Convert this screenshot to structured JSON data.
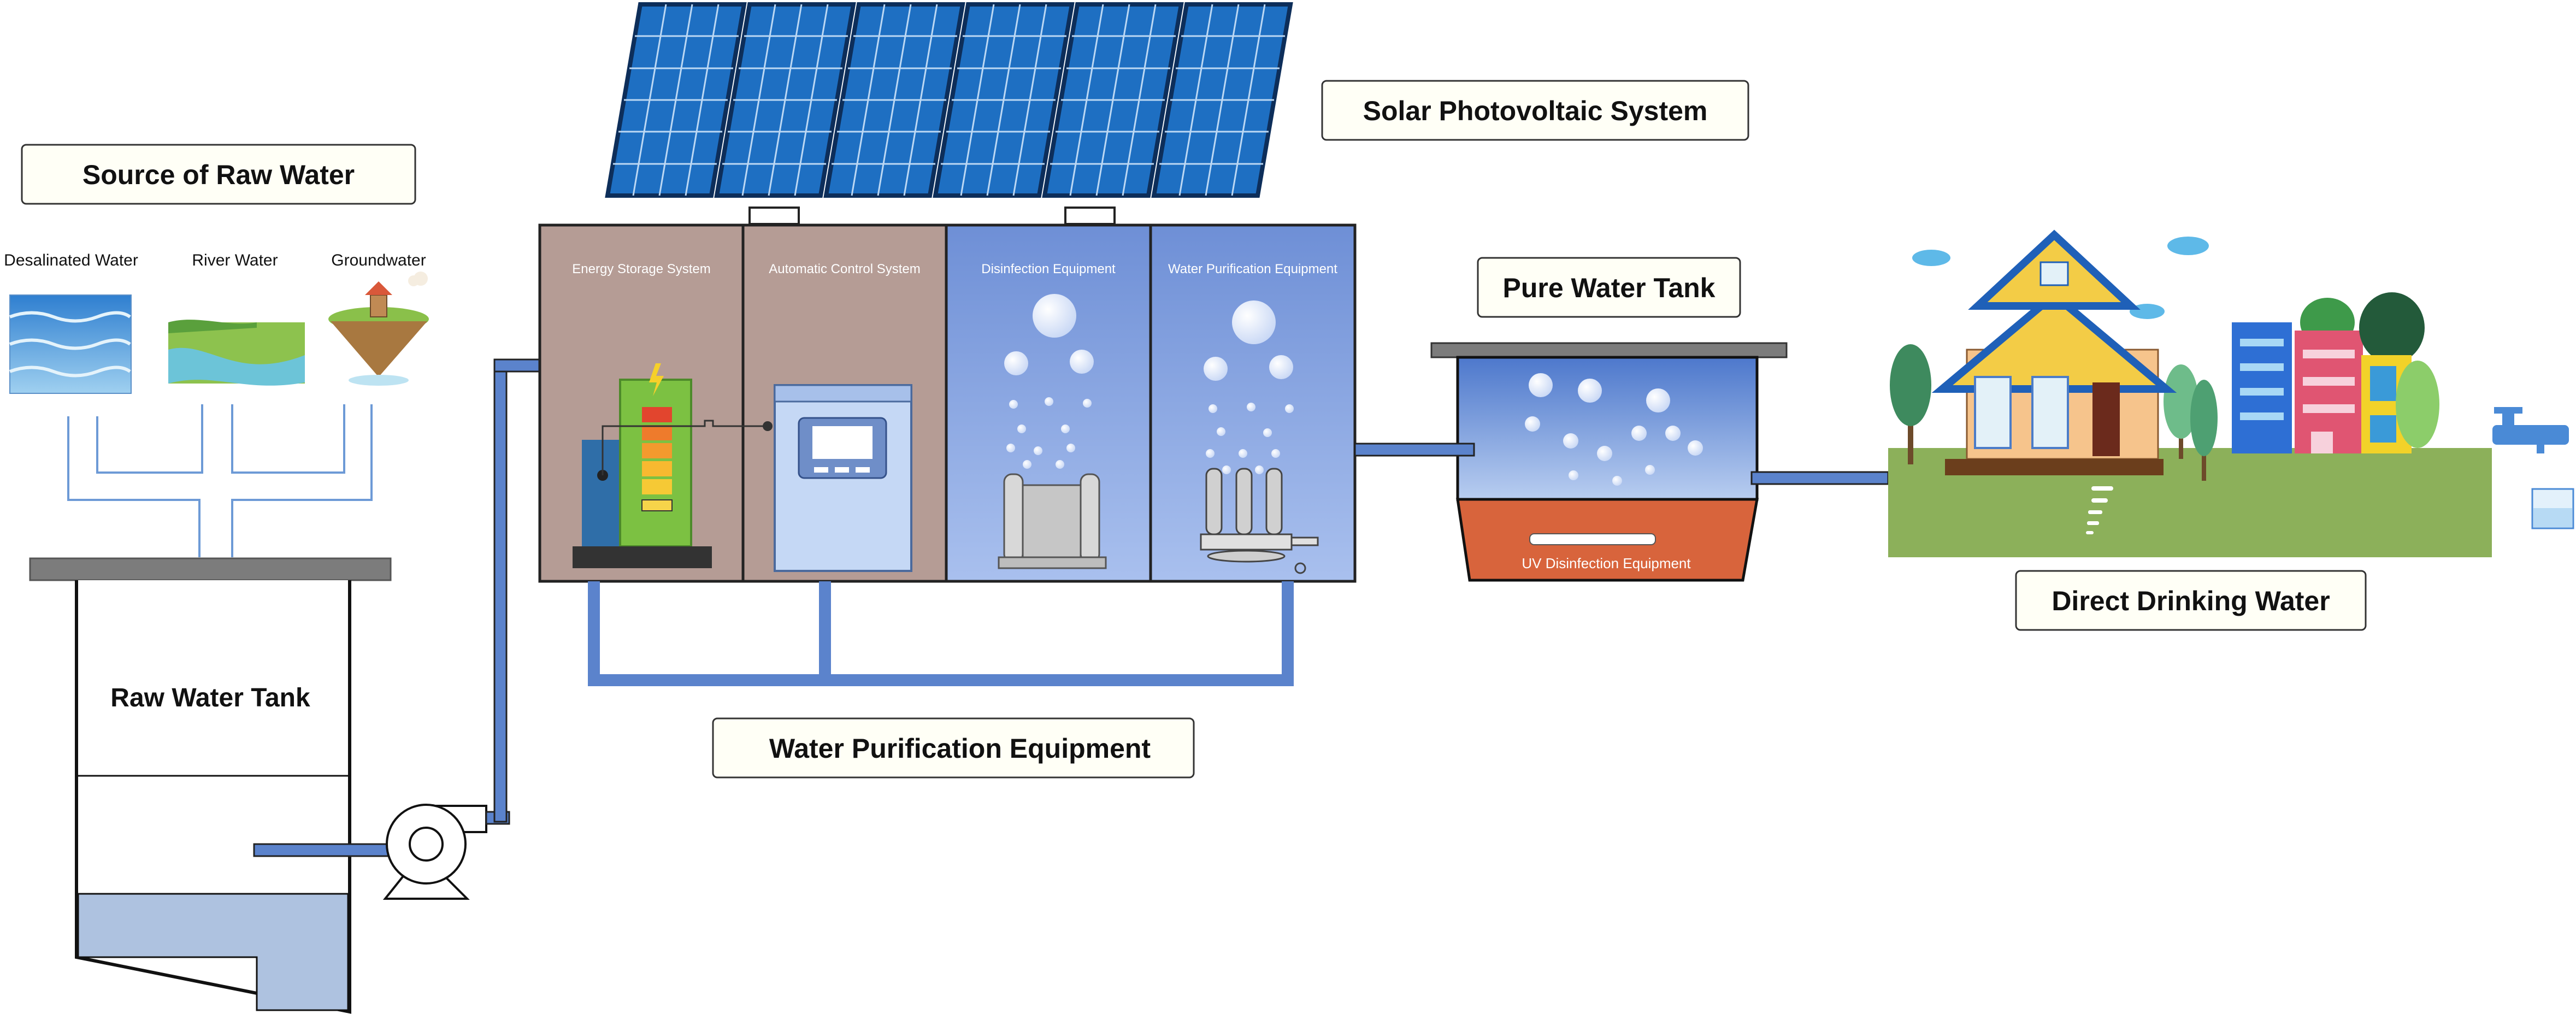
{
  "labels": {
    "source": "Source of Raw Water",
    "solar": "Solar Photovoltaic System",
    "pure_tank": "Pure Water Tank",
    "direct": "Direct Drinking Water",
    "raw_tank": "Raw Water Tank",
    "purification": "Water Purification Equipment"
  },
  "sources": [
    "Desalinated Water",
    "River Water",
    "Groundwater"
  ],
  "compartments": [
    "Energy Storage System",
    "Automatic Control System",
    "Disinfection Equipment",
    "Water Purification Equipment"
  ],
  "uv_label": "UV Disinfection Equipment",
  "colors": {
    "panel": "#1e6fc2",
    "panel_frame": "#0d2e5a",
    "brown": "#b59c95",
    "blue_box": "#7e9fe0",
    "water": "#aec2e0",
    "pipe": "#5b83cc",
    "ground": "#8cb05a",
    "uv_base": "#d8643c",
    "label_border": "#333333"
  }
}
